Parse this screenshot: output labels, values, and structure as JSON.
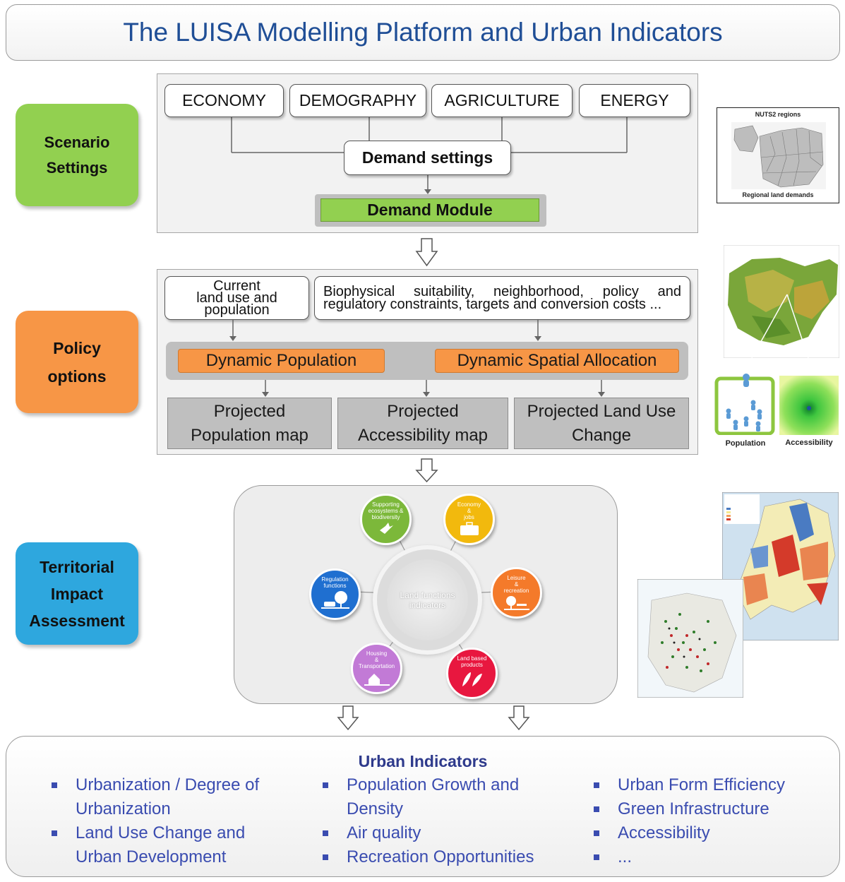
{
  "title": "The LUISA Modelling Platform and Urban Indicators",
  "stages": {
    "scenario": [
      "Scenario",
      "Settings"
    ],
    "policy": [
      "Policy",
      "options"
    ],
    "territorial": [
      "Territorial",
      "Impact",
      "Assessment"
    ]
  },
  "colors": {
    "title_blue": "#1f4e96",
    "scenario_green": "#92d050",
    "policy_orange": "#f79646",
    "territorial_blue": "#2ea7de",
    "urban_blue": "#3a4cb0"
  },
  "demand": {
    "inputs": [
      "ECONOMY",
      "DEMOGRAPHY",
      "AGRICULTURE",
      "ENERGY"
    ],
    "settings": "Demand settings",
    "module": "Demand Module"
  },
  "policy": {
    "current": [
      "Current",
      "land use and",
      "population"
    ],
    "biophysical": [
      "Biophysical suitability, neighborhood, policy and",
      "regulatory constraints, targets and conversion costs ..."
    ],
    "dyn_population": "Dynamic Population",
    "dyn_spatial": "Dynamic Spatial Allocation",
    "outputs": [
      [
        "Projected",
        "Population map"
      ],
      [
        "Projected",
        "Accessibility map"
      ],
      [
        "Projected Land Use",
        "Change"
      ]
    ]
  },
  "maps": {
    "nuts_title": "NUTS2 regions",
    "nuts_caption": "Regional land demands",
    "population_label": "Population",
    "accessibility_label": "Accessibility"
  },
  "land_functions": {
    "center": [
      "Land functions",
      "indicators"
    ],
    "items": [
      {
        "key": "supporting",
        "lines": [
          "Supporting",
          "ecosystems &",
          "biodiversity"
        ],
        "color": "#7cb83a",
        "icon": "bird-icon"
      },
      {
        "key": "economy",
        "lines": [
          "Economy",
          "&",
          "jobs"
        ],
        "color": "#f2b90d",
        "icon": "briefcase-icon"
      },
      {
        "key": "leisure",
        "lines": [
          "Leisure",
          "&",
          "recreation"
        ],
        "color": "#f47a2a",
        "icon": "tree-bench-icon"
      },
      {
        "key": "land",
        "lines": [
          "Land based",
          "products"
        ],
        "color": "#e8173f",
        "icon": "leaves-icon"
      },
      {
        "key": "housing",
        "lines": [
          "Housing",
          "&",
          "Transportation"
        ],
        "color": "#c27ad6",
        "icon": "house-icon"
      },
      {
        "key": "regulation",
        "lines": [
          "Regulation",
          "functions"
        ],
        "color": "#1f6fd0",
        "icon": "car-tree-icon"
      }
    ]
  },
  "urban_indicators": {
    "title": "Urban Indicators",
    "columns": [
      [
        [
          "Urbanization / Degree of",
          "Urbanization"
        ],
        [
          "Land Use Change and",
          "Urban Development"
        ]
      ],
      [
        [
          "Population Growth  and",
          "Density"
        ],
        [
          "Air quality"
        ],
        [
          "Recreation Opportunities"
        ]
      ],
      [
        [
          "Urban Form Efficiency"
        ],
        [
          "Green Infrastructure"
        ],
        [
          "Accessibility"
        ],
        [
          "..."
        ]
      ]
    ]
  }
}
